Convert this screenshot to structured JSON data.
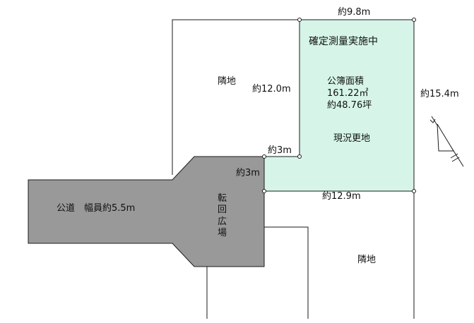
{
  "colors": {
    "lot_fill": "#d6f5e8",
    "road_fill": "#999999",
    "line": "#1a1a1a",
    "background": "#ffffff"
  },
  "labels": {
    "top_width": "約9.8m",
    "survey_status": "確定測量実施中",
    "neighbor_top": "隣地",
    "left_depth": "約12.0m",
    "area_title": "公簿面積",
    "area_sqm": "161.22㎡",
    "area_tsubo": "約48.76坪",
    "right_depth": "約15.4m",
    "land_status": "現況更地",
    "notch_width": "約3m",
    "notch_height": "約3m",
    "bottom_width": "約12.9m",
    "road": "公道　幅員約5.5m",
    "turnaround": [
      "転",
      "回",
      "広",
      "場"
    ],
    "neighbor_bottom": "隣地"
  },
  "icons": {
    "north_arrow": "north-arrow-icon"
  }
}
